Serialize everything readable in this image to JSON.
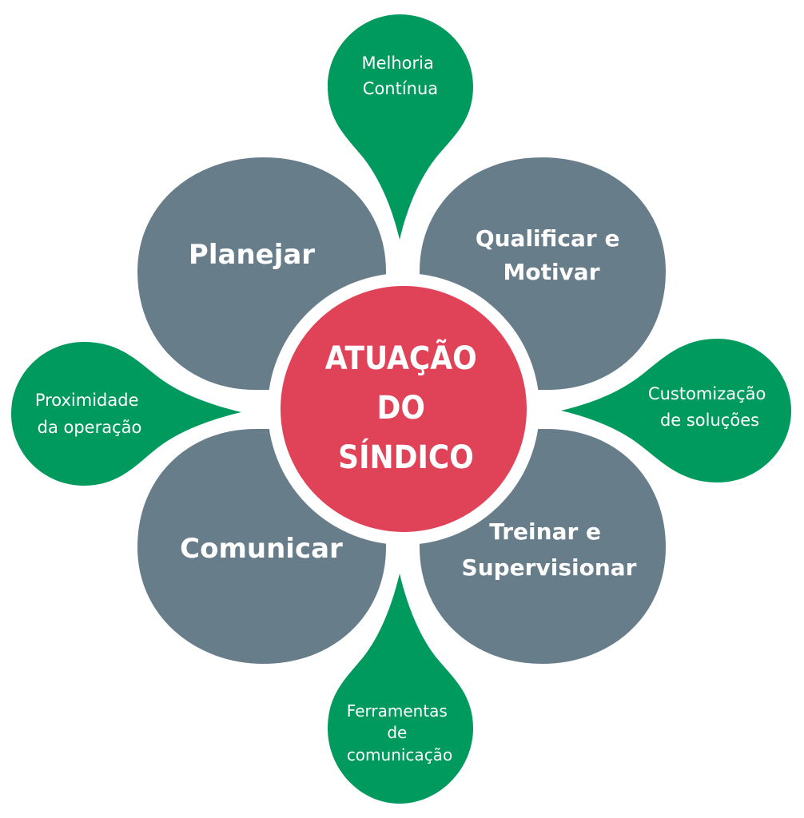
{
  "center": {
    "line1": "ATUAÇÃO",
    "line2": "DO",
    "line3": "SÍNDICO"
  },
  "petals": {
    "top_left": "Planejar",
    "top_right": {
      "line1": "Qualificar e",
      "line2": "Motivar"
    },
    "bottom_left": "Comunicar",
    "bottom_right": {
      "line1": "Treinar e",
      "line2": "Supervisionar"
    }
  },
  "drops": {
    "top": {
      "line1": "Melhoria",
      "line2": "Contínua"
    },
    "left": {
      "line1": "Proximidade",
      "line2": "da operação"
    },
    "right": {
      "line1": "Customização",
      "line2": "de soluções"
    },
    "bottom": {
      "line1": "Ferramentas",
      "line2": "de",
      "line3": "comunicação"
    }
  },
  "colors": {
    "petal": "#677d8a",
    "drop": "#009a5e",
    "center": "#e04358",
    "text": "#ffffff"
  }
}
